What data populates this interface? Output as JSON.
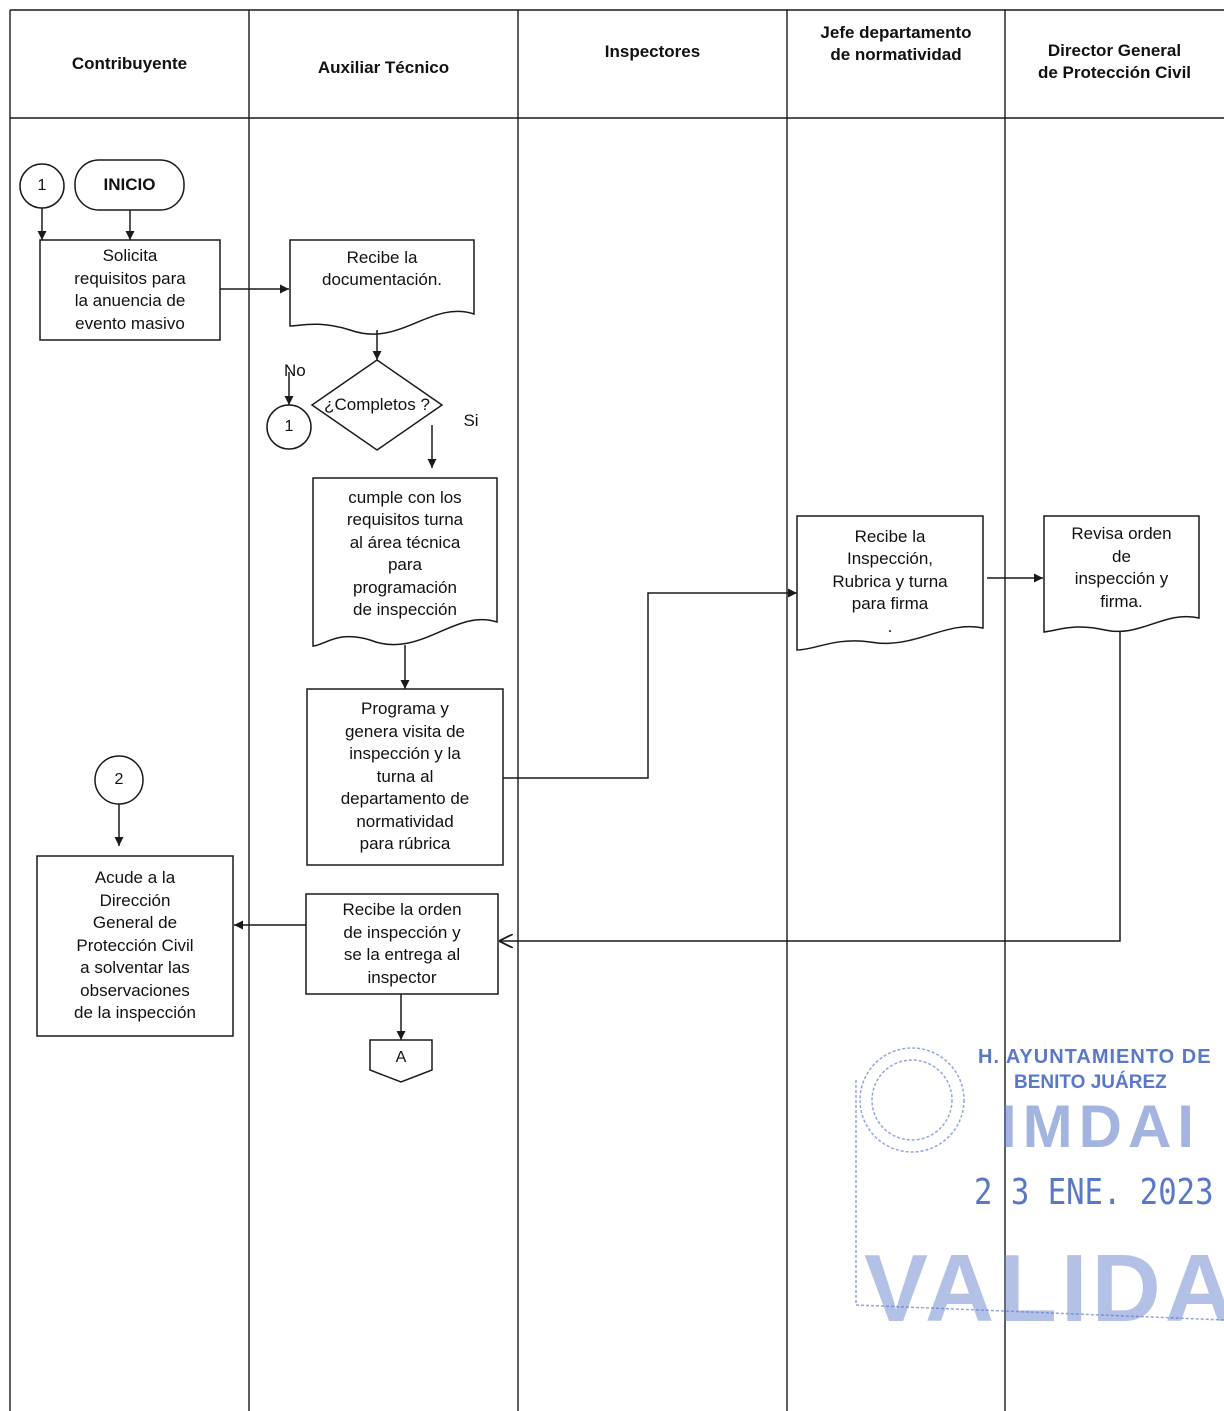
{
  "lanes": [
    {
      "id": "contribuyente",
      "label": "Contribuyente"
    },
    {
      "id": "auxiliar",
      "label": "Auxiliar Técnico"
    },
    {
      "id": "inspectores",
      "label": "Inspectores"
    },
    {
      "id": "jefe",
      "label": "Jefe departamento\nde normatividad"
    },
    {
      "id": "director",
      "label": "Director General\nde Protección Civil"
    }
  ],
  "nodes": {
    "inicio": "INICIO",
    "connector_1_top": "1",
    "solicita": "Solicita\nrequisitos para\nla anuencia de\nevento masivo",
    "recibe_doc": "Recibe  la\ndocumentación.",
    "decision": "¿Completos ?",
    "no_label": "No",
    "si_label": "Si",
    "connector_1_mid": "1",
    "cumple": "cumple con los\nrequisitos turna\nal área técnica\npara\nprogramación\nde inspección",
    "programa": "Programa y\ngenera visita de\ninspección y la\nturna al\ndepartamento de\nnormatividad\npara rúbrica",
    "jefe_recibe": "Recibe la\nInspección,\nRubrica y turna\npara firma\n.",
    "director_revisa": "Revisa orden\nde\ninspección y\nfirma.",
    "connector_2": "2",
    "acude": "Acude a la\nDirección\nGeneral de\nProtección Civil\na solventar las\nobservaciones\nde la inspección",
    "recibe_orden": "Recibe la orden\nde inspección y\nse la entrega al\ninspector",
    "offpage_a": "A"
  },
  "stamp": {
    "line1": "H. AYUNTAMIENTO DE",
    "line2": "BENITO JUÁREZ",
    "line3": "IMDAI",
    "date": "2 3  ENE.  2023",
    "validado": "VALIDADO"
  },
  "colors": {
    "line": "#1a1a1a",
    "stamp": "#5a78c8"
  }
}
